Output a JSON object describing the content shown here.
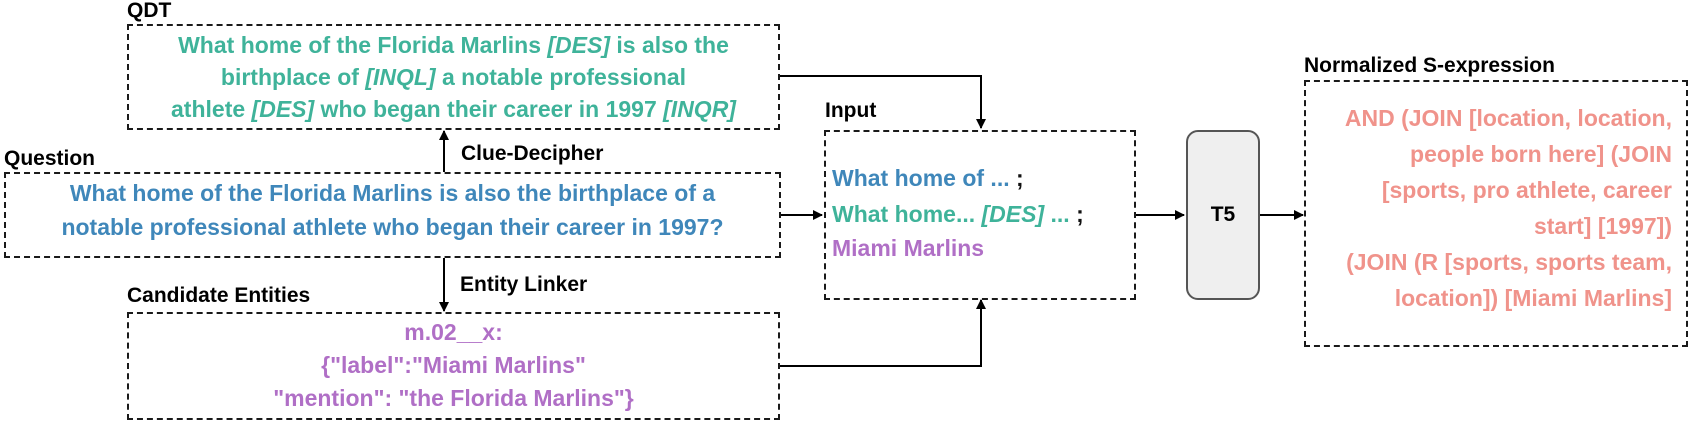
{
  "colors": {
    "teal": "#3fb39a",
    "blue": "#3f87ba",
    "purple": "#b06fc6",
    "salmon": "#f0938b"
  },
  "labels": {
    "qdt": "QDT",
    "question": "Question",
    "candidate_entities": "Candidate Entities",
    "input": "Input",
    "normalized": "Normalized S-expression",
    "clue_decipher": "Clue-Decipher",
    "entity_linker": "Entity Linker",
    "t5": "T5"
  },
  "qdt": {
    "line1_a": "What home of the Florida Marlins ",
    "line1_tag": "[DES]",
    "line1_b": " is also the",
    "line2_a": "birthplace of ",
    "line2_tag": "[INQL]",
    "line2_b": " a notable professional",
    "line3_a": "athlete ",
    "line3_tag1": "[DES]",
    "line3_b": " who began their career in 1997 ",
    "line3_tag2": "[INQR]"
  },
  "question": {
    "line1": "What home of the Florida Marlins is also the birthplace of a",
    "line2": "notable professional athlete who began their career in 1997?"
  },
  "candidates": {
    "line1": "m.02__x:",
    "line2": "{\"label\":\"Miami Marlins\"",
    "line3": "\"mention\": \"the Florida Marlins\"}"
  },
  "input": {
    "line1": "What home of ...",
    "sep1": " ;",
    "line2_a": "What  home...  ",
    "line2_tag": "[DES]",
    "line2_b": " ...",
    "sep2": " ;",
    "line3": "Miami Marlins"
  },
  "sexpr": {
    "line1": "AND (JOIN [location, location,",
    "line2": "people born here] (JOIN",
    "line3": "[sports, pro athlete, career",
    "line4": "start] [1997])",
    "line5": "(JOIN (R [sports, sports team,",
    "line6": "location]) [Miami Marlins]"
  }
}
